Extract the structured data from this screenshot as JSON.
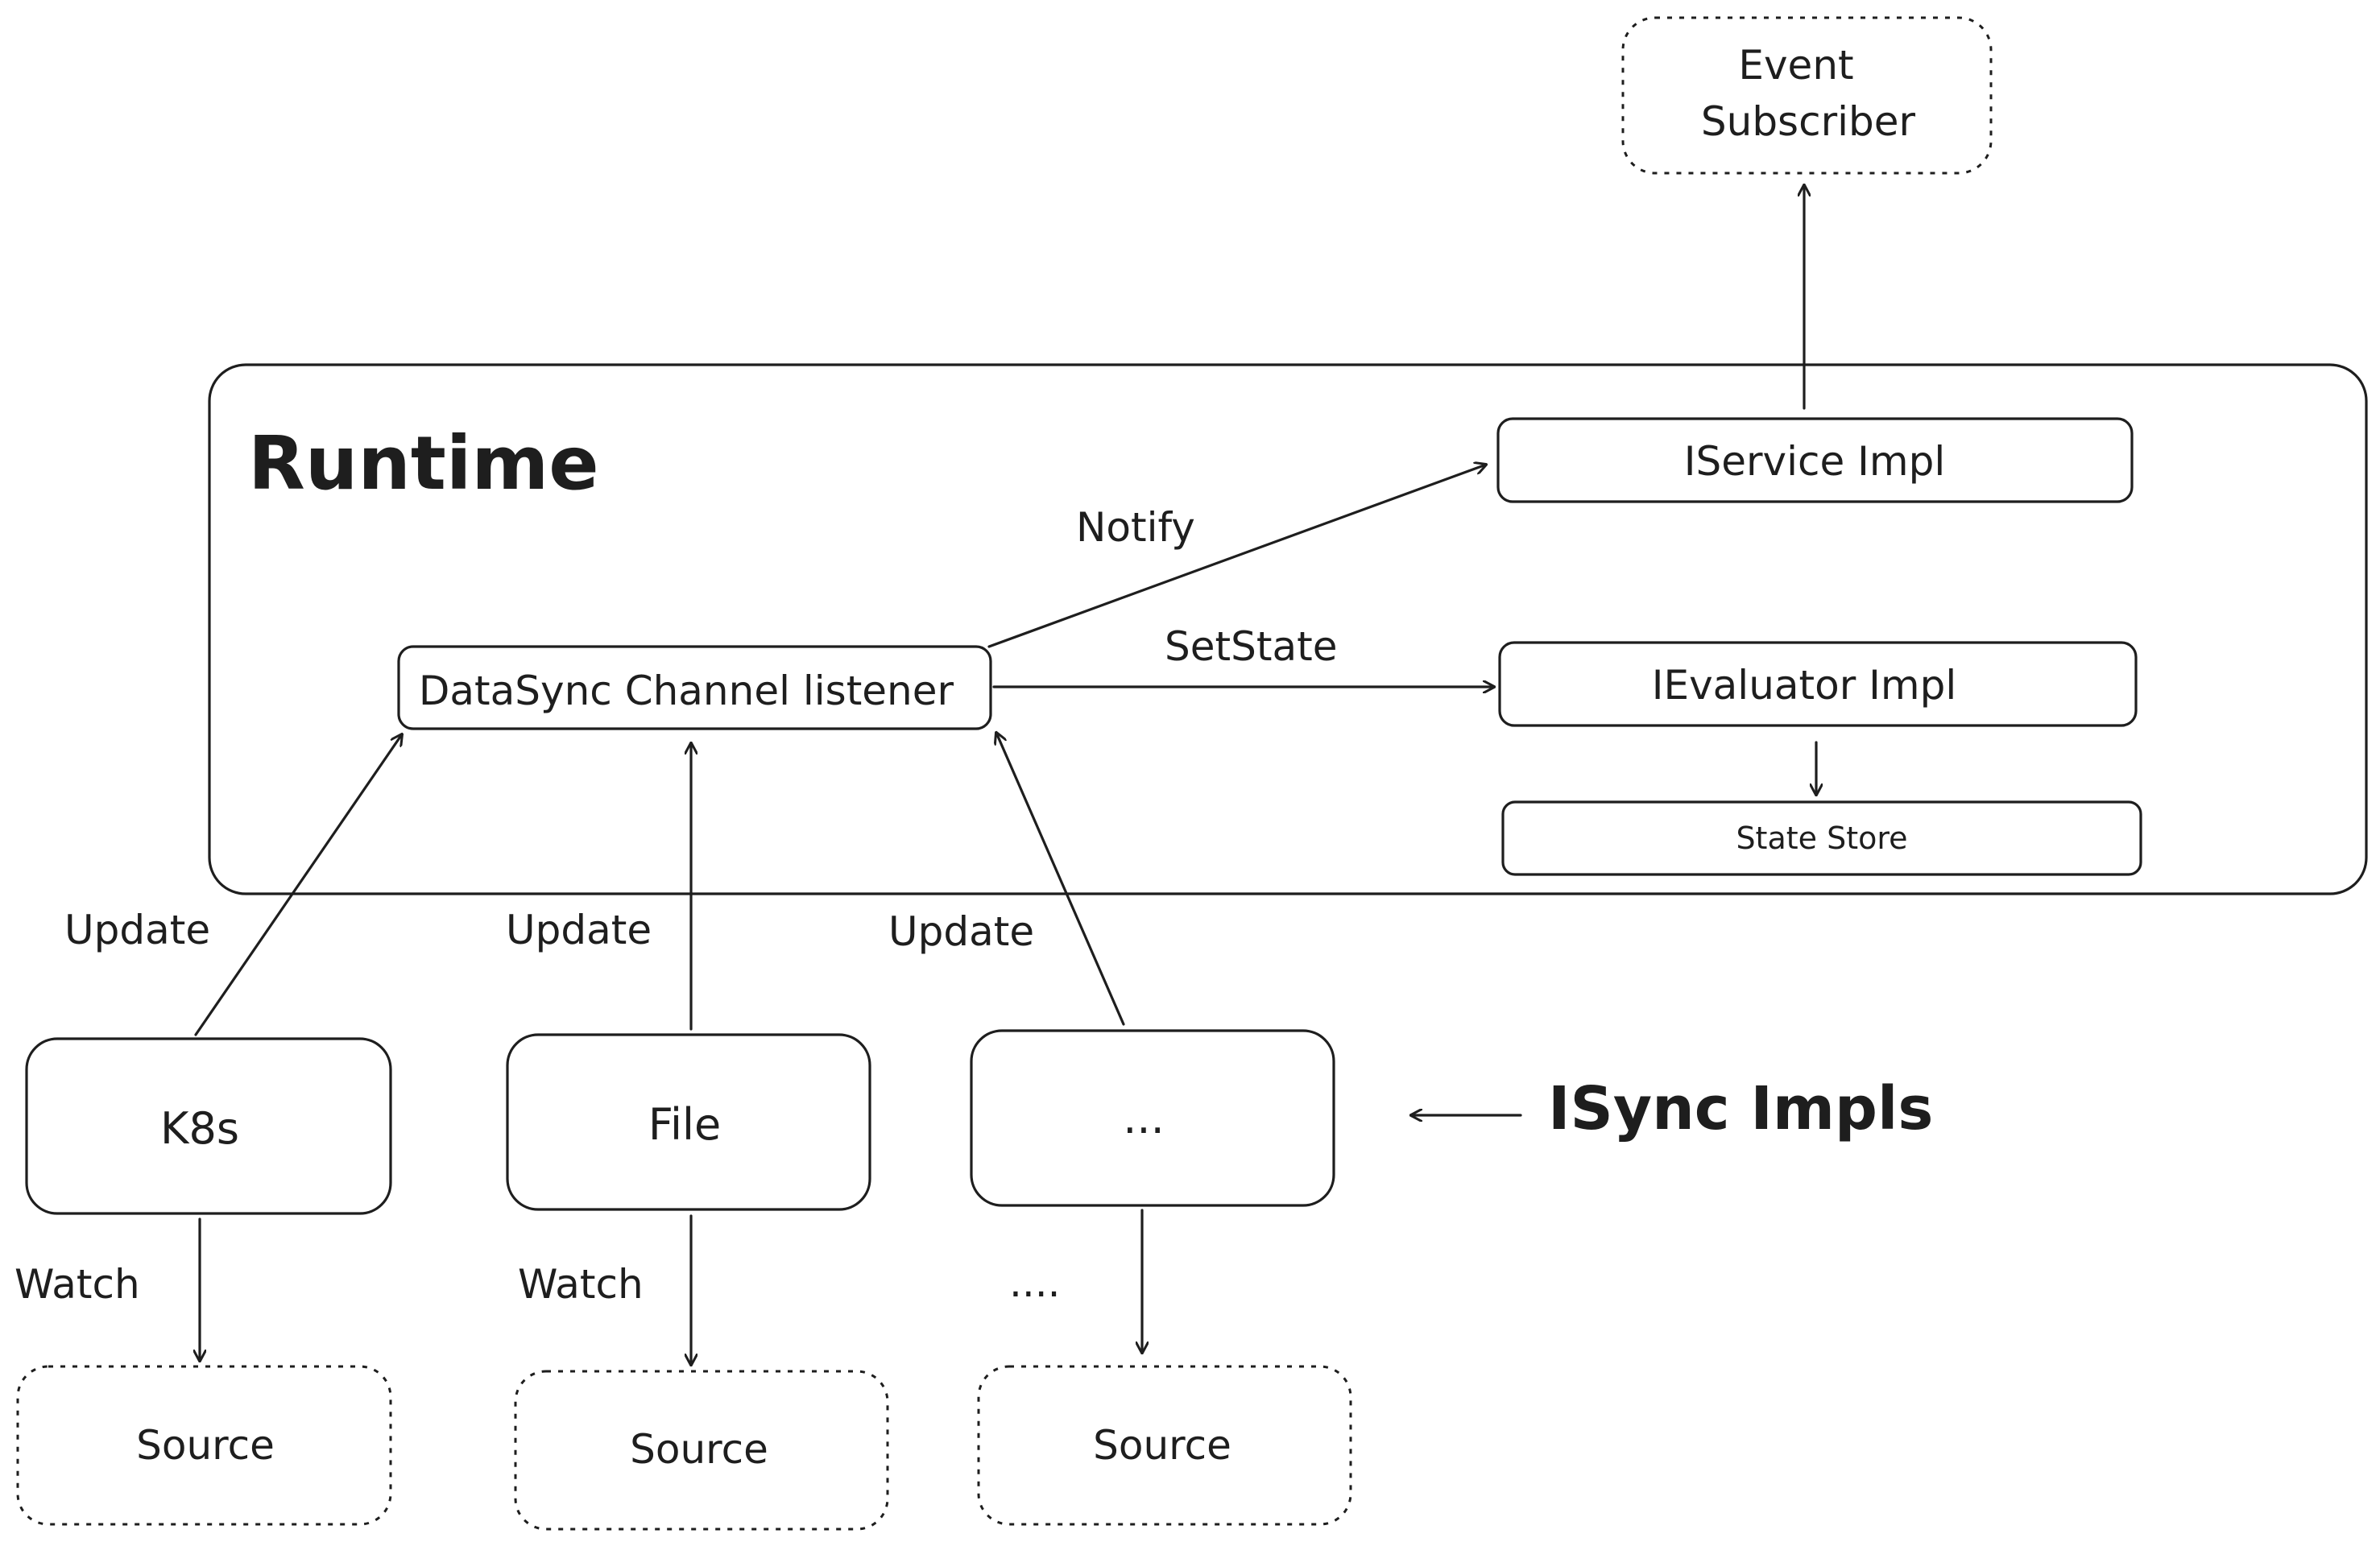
{
  "runtime": {
    "title": "Runtime",
    "listener": "DataSync Channel listener",
    "service_impl": "IService Impl",
    "evaluator_impl": "IEvaluator Impl",
    "state_store": "State Store"
  },
  "event_subscriber": {
    "line1": "Event",
    "line2": "Subscriber"
  },
  "edge_labels": {
    "notify": "Notify",
    "set_state": "SetState",
    "update_k8s": "Update",
    "update_file": "Update",
    "update_other": "Update",
    "watch_k8s": "Watch",
    "watch_file": "Watch",
    "watch_other": "...."
  },
  "sync_impls": {
    "k8s": "K8s",
    "file": "File",
    "other": "...",
    "callout": "ISync Impls"
  },
  "sources": {
    "k8s": "Source",
    "file": "Source",
    "other": "Source"
  }
}
